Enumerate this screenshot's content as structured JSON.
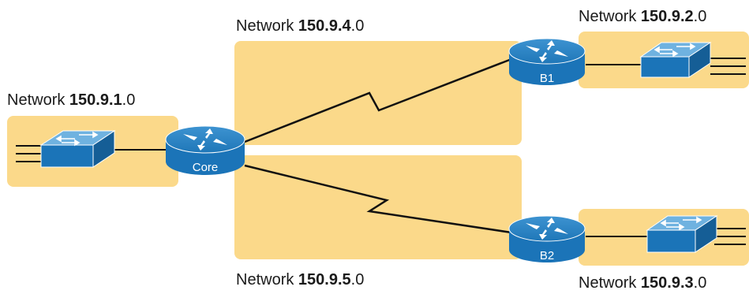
{
  "networks": {
    "net1": {
      "prefix": "Network ",
      "bold": "150.9.1",
      "suffix": ".0"
    },
    "net2": {
      "prefix": "Network ",
      "bold": "150.9.2",
      "suffix": ".0"
    },
    "net3": {
      "prefix": "Network ",
      "bold": "150.9.3",
      "suffix": ".0"
    },
    "net4": {
      "prefix": "Network ",
      "bold": "150.9.4",
      "suffix": ".0"
    },
    "net5": {
      "prefix": "Network ",
      "bold": "150.9.5",
      "suffix": ".0"
    }
  },
  "routers": {
    "core": "Core",
    "b1": "B1",
    "b2": "B2"
  },
  "colors": {
    "area_fill": "#fbd98a",
    "device_blue": "#1b74b8",
    "device_light": "#5aa5da",
    "link": "#111111"
  }
}
